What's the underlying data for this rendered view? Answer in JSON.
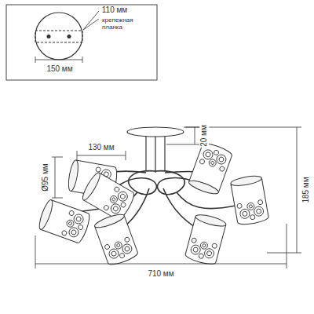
{
  "diagram": {
    "labels": [
      "110 мм",
      "крепежная планка",
      "150 мм",
      "130 мм",
      "Ø95 мм",
      "20 мм",
      "185 мм",
      "710 мм"
    ]
  }
}
